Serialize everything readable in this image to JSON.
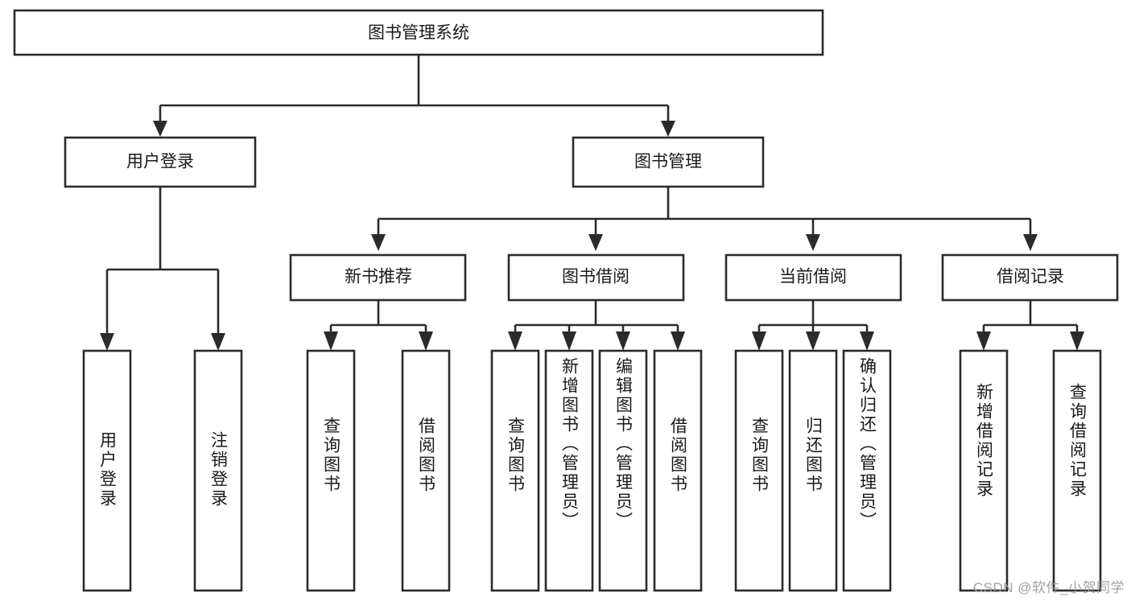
{
  "diagram": {
    "type": "hierarchy-tree",
    "title": "图书管理系统",
    "watermark": "CSDN @软件_小贺同学",
    "colors": {
      "stroke": "#2b2b2b",
      "fill": "#ffffff",
      "text": "#1a1a1a",
      "watermark": "#9a9a9a"
    },
    "root": {
      "label": "图书管理系统",
      "level": 1
    },
    "level2": [
      {
        "label": "用户登录"
      },
      {
        "label": "图书管理"
      }
    ],
    "level3": [
      {
        "label": "新书推荐"
      },
      {
        "label": "图书借阅"
      },
      {
        "label": "当前借阅"
      },
      {
        "label": "借阅记录"
      }
    ],
    "leaves": {
      "user_login": [
        {
          "label": "用户登录"
        },
        {
          "label": "注销登录"
        }
      ],
      "new_book_recommend": [
        {
          "label": "查询图书"
        },
        {
          "label": "借阅图书"
        }
      ],
      "book_borrow": [
        {
          "label": "查询图书"
        },
        {
          "label": "新增图书（管理员）"
        },
        {
          "label": "编辑图书（管理员）"
        },
        {
          "label": "借阅图书"
        }
      ],
      "current_borrow": [
        {
          "label": "查询图书"
        },
        {
          "label": "归还图书"
        },
        {
          "label": "确认归还（管理员）"
        }
      ],
      "borrow_record": [
        {
          "label": "新增借阅记录"
        },
        {
          "label": "查询借阅记录"
        }
      ]
    }
  }
}
